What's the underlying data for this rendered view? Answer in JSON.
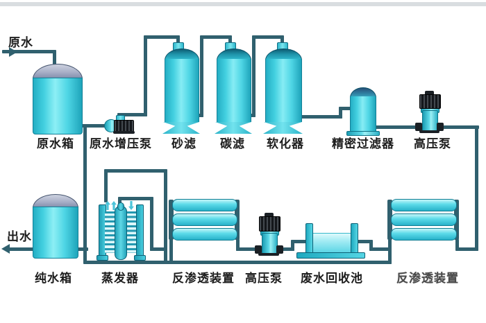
{
  "inlet_label": "原水",
  "outlet_label": "出水",
  "top_row": {
    "items": [
      {
        "label": "原水箱"
      },
      {
        "label": "原水增压泵"
      },
      {
        "label": "砂滤"
      },
      {
        "label": "碳滤"
      },
      {
        "label": "软化器"
      },
      {
        "label": "精密过滤器"
      },
      {
        "label": "高压泵"
      }
    ]
  },
  "bottom_row": {
    "items": [
      {
        "label": "纯水箱"
      },
      {
        "label": "蒸发器"
      },
      {
        "label": "反渗透装置"
      },
      {
        "label": "高压泵"
      },
      {
        "label": "废水回收池"
      },
      {
        "label": "反渗透装置"
      }
    ]
  },
  "colors": {
    "pipe": "#30606e",
    "vessel_cyan": "#45d2e2",
    "vessel_dark_top": "#0e5d73",
    "dome_gray": "#9aa3bf",
    "water_light": "#a5ecf4",
    "pump_motor_dark": "#14171b",
    "arrow_cyan": "#4cc4da",
    "background": "#ffffff"
  }
}
